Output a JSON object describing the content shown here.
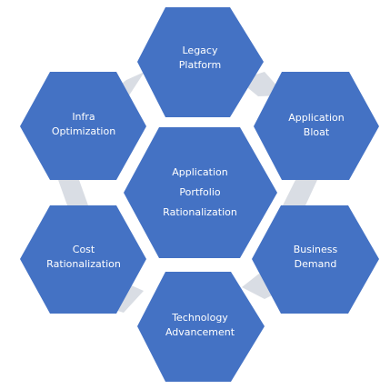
{
  "diagram": {
    "colors": {
      "hexagon_fill": "#4472C4",
      "hexagon_text": "#FFFFFF",
      "connector": "#D9DDE4"
    },
    "center": {
      "lines": [
        "Application",
        "Portfolio",
        "Rationalization"
      ]
    },
    "outer_nodes": [
      {
        "position": "top",
        "lines": [
          "Legacy",
          "Platform"
        ]
      },
      {
        "position": "upper-right",
        "lines": [
          "Application",
          "Bloat"
        ]
      },
      {
        "position": "lower-right",
        "lines": [
          "Business",
          "Demand"
        ]
      },
      {
        "position": "bottom",
        "lines": [
          "Technology",
          "Advancement"
        ]
      },
      {
        "position": "lower-left",
        "lines": [
          "Cost",
          "Rationalization"
        ]
      },
      {
        "position": "upper-left",
        "lines": [
          "Infra",
          "Optimization"
        ]
      }
    ]
  }
}
